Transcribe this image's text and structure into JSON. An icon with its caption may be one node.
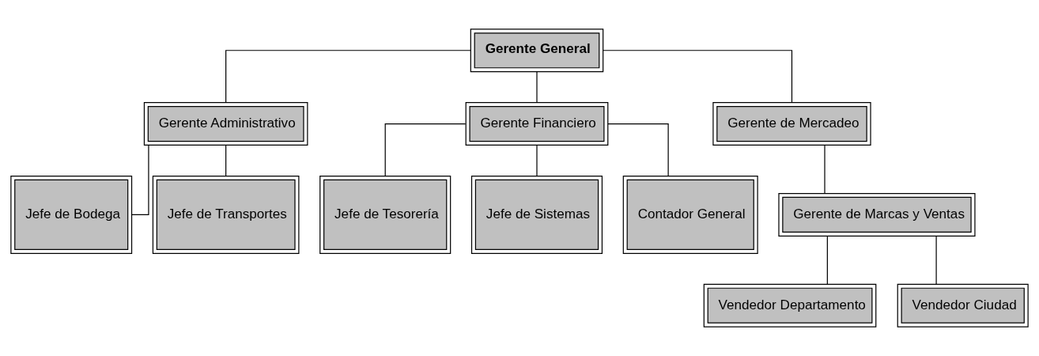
{
  "diagram": {
    "nodes": [
      {
        "text": [
          "Gerente General"
        ]
      },
      {
        "text": [
          "Gerente Administrativo"
        ]
      },
      {
        "text": [
          "Gerente Financiero"
        ]
      },
      {
        "text": [
          "Gerente de Mercadeo"
        ]
      },
      {
        "text": [
          "Jefe de Bodega"
        ]
      },
      {
        "text": [
          "Jefe de Transportes"
        ]
      },
      {
        "text": [
          "Jefe de Tesorería"
        ]
      },
      {
        "text": [
          "Jefe de Sistemas"
        ]
      },
      {
        "text": [
          "Contador General"
        ]
      },
      {
        "text": [
          "Gerente de Marcas y Ventas"
        ]
      },
      {
        "text": [
          "Vendedor Departamento"
        ]
      },
      {
        "text": [
          "Vendedor Ciudad"
        ]
      }
    ],
    "edges": [
      {
        "from": 0,
        "to": 1,
        "arrow": "none"
      },
      {
        "from": 0,
        "to": 2,
        "arrow": "none"
      },
      {
        "from": 0,
        "to": 3,
        "arrow": "none"
      },
      {
        "from": 1,
        "to": 4,
        "arrow": "none"
      },
      {
        "from": 1,
        "to": 5,
        "arrow": "none"
      },
      {
        "from": 2,
        "to": 6,
        "arrow": "none"
      },
      {
        "from": 2,
        "to": 7,
        "arrow": "none"
      },
      {
        "from": 2,
        "to": 8,
        "arrow": "none"
      },
      {
        "from": 3,
        "to": 9,
        "arrow": "none"
      },
      {
        "from": 9,
        "to": 10,
        "arrow": "none"
      },
      {
        "from": 9,
        "to": 11,
        "arrow": "none"
      }
    ]
  }
}
